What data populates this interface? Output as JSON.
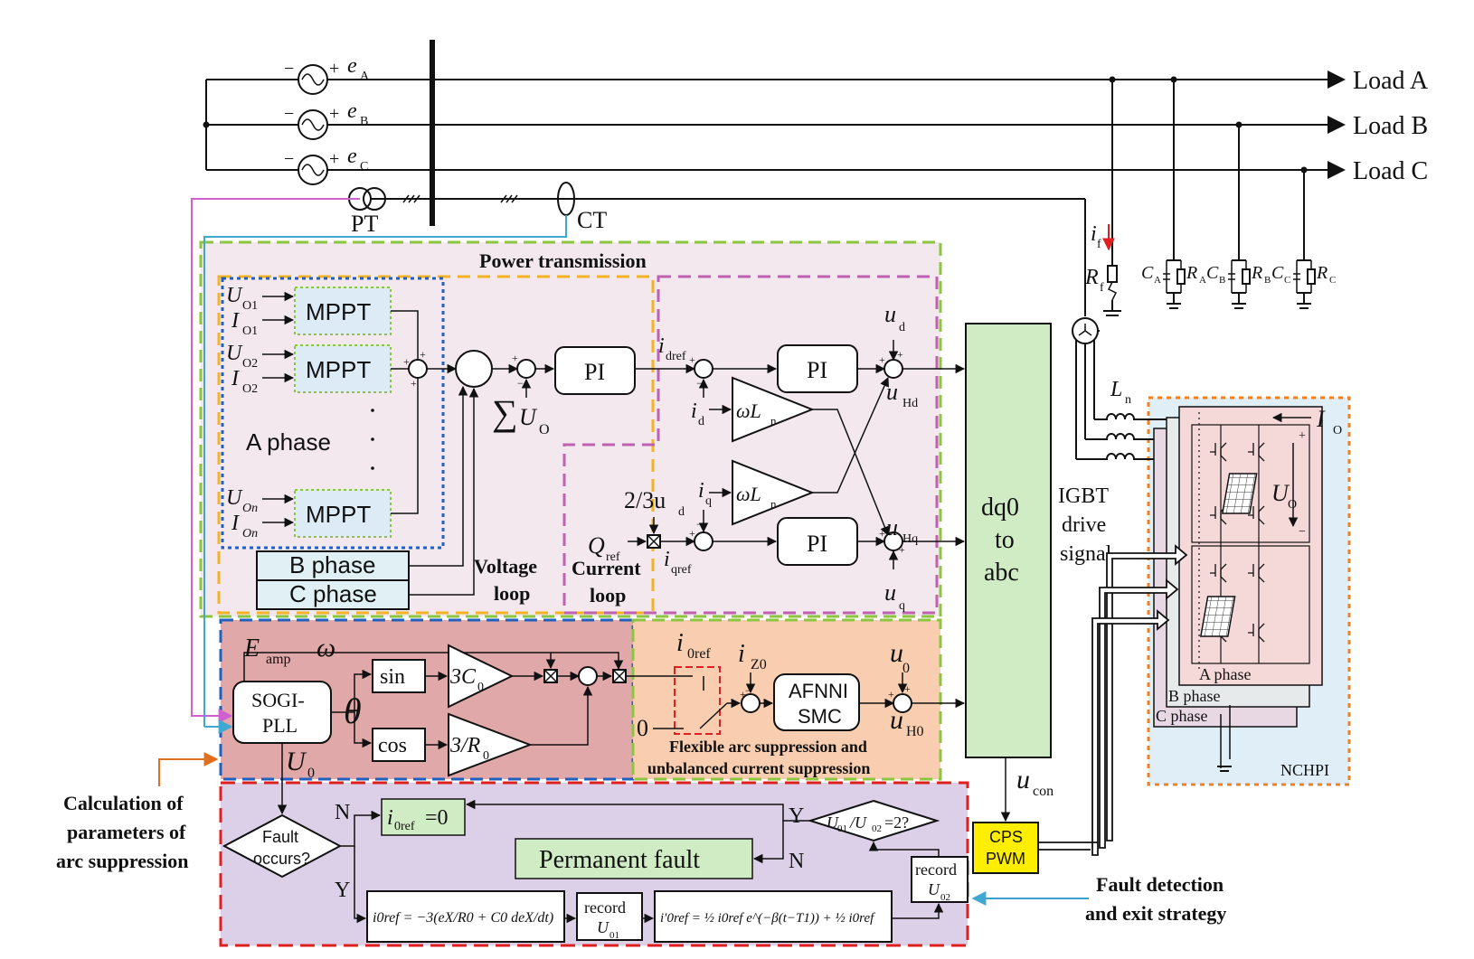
{
  "grid": {
    "sources": [
      "e",
      "A",
      "B",
      "C"
    ],
    "loads": [
      "Load A",
      "Load B",
      "Load C"
    ],
    "pt": "PT",
    "ct": "CT",
    "fault_current": "i",
    "fault_current_sub": "f",
    "fault_res": "R",
    "fault_res_sub": "f",
    "caps": [
      "C",
      "A",
      "B",
      "C"
    ],
    "res": [
      "R",
      "A",
      "B",
      "C"
    ]
  },
  "power_transmission": {
    "title": "Power transmission",
    "mppt": "MPPT",
    "u": "U",
    "i": "I",
    "subs": [
      "O1",
      "O2",
      "On"
    ],
    "a_phase": "A phase",
    "b_phase": "B phase",
    "c_phase": "C phase",
    "voltage_loop": [
      "Voltage",
      "loop"
    ],
    "current_loop": [
      "Current",
      "loop"
    ],
    "pi": "PI",
    "sum_u": "U",
    "sum_u_sub": "O",
    "i_dref": "i",
    "i_dref_sub": "dref",
    "i_d": "i",
    "i_d_sub": "d",
    "i_q": "i",
    "i_q_sub": "q",
    "i_qref": "i",
    "i_qref_sub": "qref",
    "omega_l": "ωL",
    "omega_l_sub": "n",
    "two_thirds": "2/3u",
    "two_thirds_sub": "d",
    "q_ref": "Q",
    "q_ref_sub": "ref",
    "u_d": "u",
    "u_d_sub": "d",
    "u_q": "u",
    "u_q_sub": "q",
    "u_hd": "u",
    "u_hd_sub": "Hd",
    "u_hq": "u",
    "u_hq_sub": "Hq"
  },
  "transform": {
    "lines": [
      "dq0",
      "to",
      "abc"
    ]
  },
  "igbt": {
    "lines": [
      "IGBT",
      "drive",
      "signal"
    ]
  },
  "nchpi": {
    "label": "NCHPI",
    "l_n": "L",
    "l_n_sub": "n",
    "i_o": "I",
    "i_o_sub": "O",
    "u_o": "U",
    "u_o_sub": "O",
    "a_phase": "A phase",
    "b_phase": "B phase",
    "c_phase": "C phase"
  },
  "arc_suppression": {
    "e_amp": "E",
    "e_amp_sub": "amp",
    "omega": "ω",
    "theta": "θ",
    "sogi": [
      "SOGI-",
      "PLL"
    ],
    "sin": "sin",
    "cos": "cos",
    "three_c0": "3C",
    "three_c0_sub": "0",
    "three_r0": "3/R",
    "three_r0_sub": "0",
    "u0": "U",
    "u0_sub": "0",
    "i_0ref": "i",
    "i_0ref_sub": "0ref",
    "i_z0": "i",
    "i_z0_sub": "Z0",
    "afnni": [
      "AFNNI",
      "SMC"
    ],
    "zero": "0",
    "u_0": "u",
    "u_0_sub": "0",
    "u_h0": "u",
    "u_h0_sub": "H0",
    "caption": [
      "Flexible arc suppression and",
      "unbalanced current suppression"
    ],
    "calc_label": [
      "Calculation of",
      "parameters of",
      "arc suppression"
    ]
  },
  "fault": {
    "n1": "N",
    "y1": "Y",
    "n2": "N",
    "y2": "Y",
    "fault_occurs": [
      "Fault",
      "occurs?"
    ],
    "i0ref_zero": "i",
    "i0ref_zero_sub": "0ref",
    "i0ref_zero_tail": "=0",
    "permanent": "Permanent fault",
    "ratio": "U",
    "ratio_s1": "01",
    "ratio_mid": "/U",
    "ratio_s2": "02",
    "ratio_tail": "=2?",
    "record": "record",
    "u01": "U",
    "u01_sub": "01",
    "u02": "U",
    "u02_sub": "02",
    "formula1": "i0ref = −3(eX/R0 + C0 deX/dt)",
    "formula2": "i′0ref = ½ i0ref e^(−β(t−T1)) + ½ i0ref",
    "exit_label": [
      "Fault detection",
      "and exit strategy"
    ]
  },
  "cps": {
    "lines": [
      "CPS",
      "PWM"
    ],
    "u_con": "u",
    "u_con_sub": "con"
  },
  "colors": {
    "power_bg": "#f2e8ee",
    "power_border": "#8cc63f",
    "power_title": "#7a9a3a",
    "mppt_fill": "#dcebf5",
    "mppt_text": "#2a6fb4",
    "phase_text": "#2aa84a",
    "voltage_loop": "#2a8aa0",
    "current_loop": "#c6a12a",
    "orange_dash": "#f5b324",
    "magenta_dash": "#c060b0",
    "blue_dot": "#2060c0",
    "transform_fill": "#d0ecc4",
    "arc_left_bg": "#e0a8a8",
    "arc_right_bg": "#f8cdb0",
    "arc_text": "#d04020",
    "fault_bg": "#dcd0e8",
    "fault_border": "#e02020",
    "purple_label": "#6a2a90",
    "blue_label": "#3aa0d0",
    "cps_fill": "#ffee00",
    "nchpi_bg": "#e0eef8",
    "nchpi_border": "#f08020",
    "magenta_wire": "#d060d0",
    "cyan_wire": "#40a8d0"
  }
}
